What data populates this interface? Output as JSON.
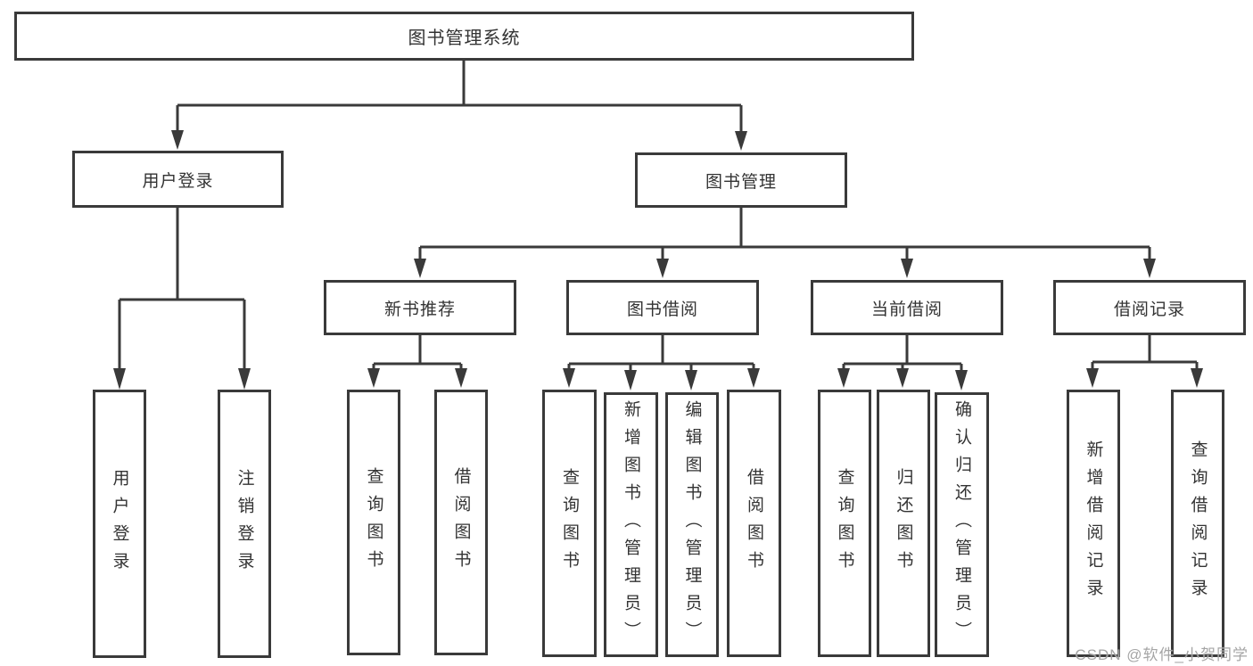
{
  "diagram_type": "functional-structure-tree",
  "tree": {
    "root_label": "图书管理系统",
    "branches": [
      {
        "label": "用户登录",
        "children": [
          "用户登录",
          "注销登录"
        ]
      },
      {
        "label": "图书管理",
        "children": [
          {
            "label": "新书推荐",
            "children": [
              "查询图书",
              "借阅图书"
            ]
          },
          {
            "label": "图书借阅",
            "children": [
              "查询图书",
              "新增图书（管理员）",
              "编辑图书（管理员）",
              "借阅图书"
            ]
          },
          {
            "label": "当前借阅",
            "children": [
              "查询图书",
              "归还图书",
              "确认归还（管理员）"
            ]
          },
          {
            "label": "借阅记录",
            "children": [
              "新增借阅记录",
              "查询借阅记录"
            ]
          }
        ]
      }
    ]
  },
  "watermark": {
    "text": "CSDN @软件_小贺同学"
  },
  "colors": {
    "line": "#3a3a3a",
    "box_border": "#3a3a3a",
    "text": "#333333",
    "watermark_text": "#9b9b9b",
    "background": "#ffffff"
  }
}
